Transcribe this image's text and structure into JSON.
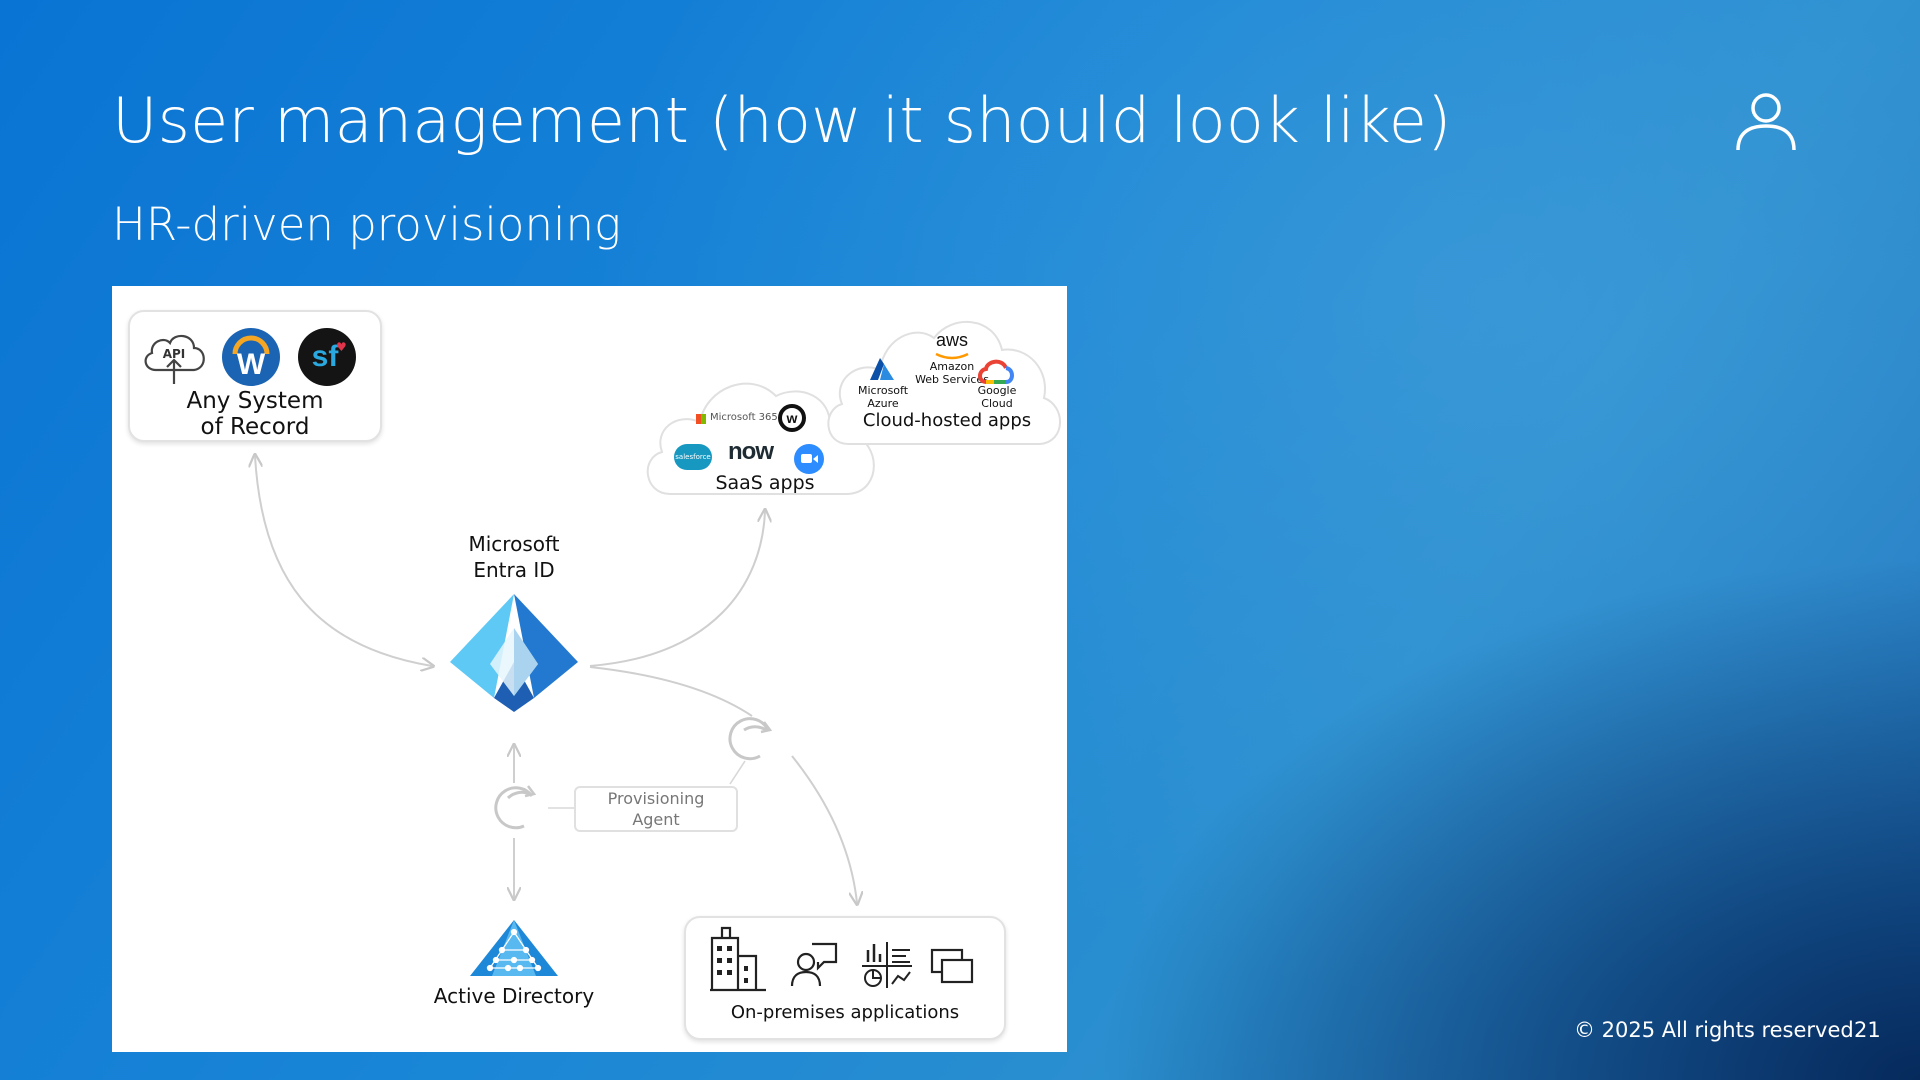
{
  "slide": {
    "title": "User management (how it should look like)",
    "subtitle": "HR-driven provisioning",
    "footer_copyright": "© 2025 All rights reserved.",
    "page_number": "21",
    "header_icon": "user-outline-icon"
  },
  "diagram": {
    "system_of_record": {
      "label_line1": "Any System",
      "label_line2": "of Record",
      "api_label": "API",
      "logos": [
        "cloud-api-icon",
        "workday-logo",
        "successfactors-logo"
      ],
      "workday_letter": "W",
      "sf_letters": "sf"
    },
    "entra": {
      "label_line1": "Microsoft",
      "label_line2": "Entra ID",
      "icon": "entra-id-pyramid-icon"
    },
    "saas": {
      "label": "SaaS apps",
      "ms365": "Microsoft 365",
      "now": "now",
      "salesforce": "salesforce"
    },
    "cloud_hosted": {
      "label": "Cloud-hosted apps",
      "aws": "aws",
      "aws_line1": "Amazon",
      "aws_line2": "Web Services",
      "azure_line1": "Microsoft",
      "azure_line2": "Azure",
      "gcloud_line1": "Google",
      "gcloud_line2": "Cloud"
    },
    "provisioning_agent": {
      "label_line1": "Provisioning",
      "label_line2": "Agent"
    },
    "active_directory": {
      "label": "Active Directory",
      "icon": "active-directory-pyramid-icon"
    },
    "on_prem": {
      "label": "On-premises applications",
      "icons": [
        "building-icon",
        "user-chat-icon",
        "chart-icon",
        "windows-stack-icon"
      ]
    },
    "colors": {
      "entra_light": "#5ec9f5",
      "entra_dark": "#1e5fb3",
      "workday_blue": "#1b64b4",
      "workday_orange": "#f5a623",
      "connector_gray": "#cfcfcf"
    }
  }
}
